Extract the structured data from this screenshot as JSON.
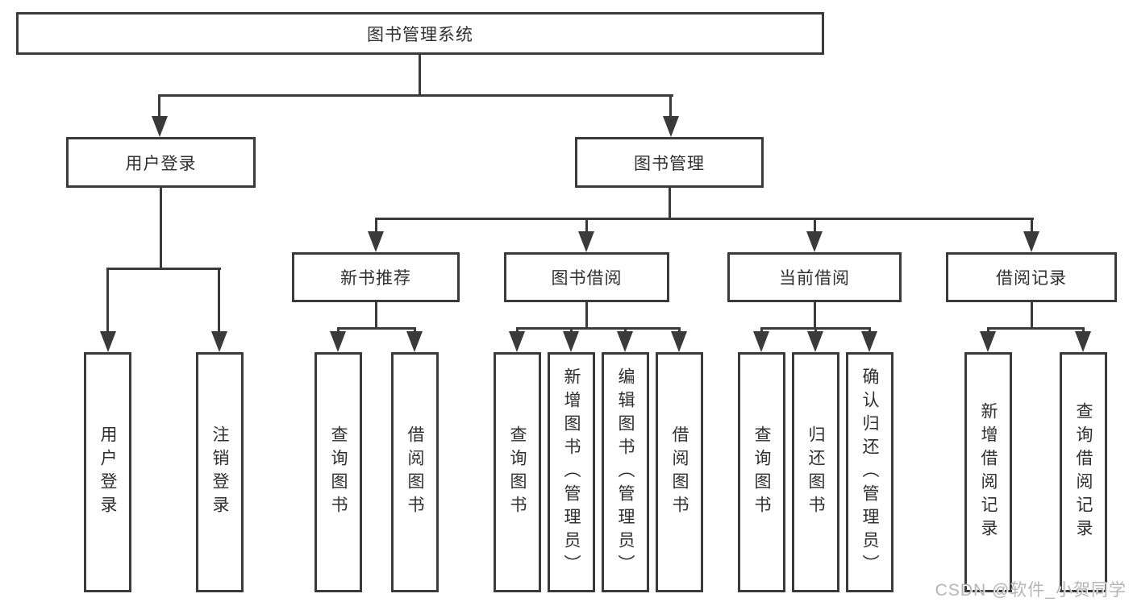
{
  "diagram": {
    "root": "图书管理系统",
    "user_login": {
      "label": "用户登录",
      "children": [
        "用户登录",
        "注销登录"
      ]
    },
    "book_management": {
      "label": "图书管理",
      "sections": [
        {
          "label": "新书推荐",
          "children": [
            "查询图书",
            "借阅图书"
          ]
        },
        {
          "label": "图书借阅",
          "children": [
            "查询图书",
            "新增图书（管理员）",
            "编辑图书（管理员）",
            "借阅图书"
          ]
        },
        {
          "label": "当前借阅",
          "children": [
            "查询图书",
            "归还图书",
            "确认归还（管理员）"
          ]
        },
        {
          "label": "借阅记录",
          "children": [
            "新增借阅记录",
            "查询借阅记录"
          ]
        }
      ]
    },
    "watermark": "CSDN @软件_小贺同学"
  },
  "colors": {
    "line": "#3a3a3a",
    "text": "#2f2f2f",
    "watermark": "#b5b5b5",
    "background": "#ffffff"
  }
}
